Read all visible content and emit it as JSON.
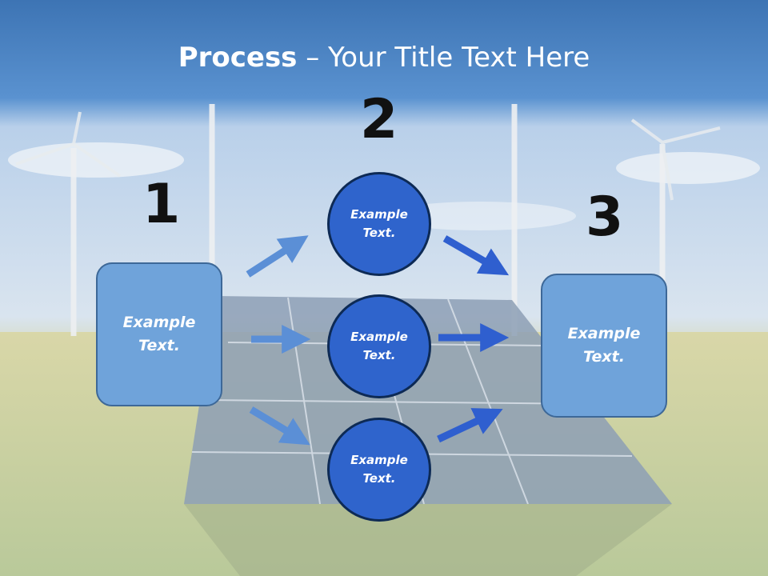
{
  "title": {
    "bold": "Process",
    "rest": " – Your Title Text Here"
  },
  "steps": {
    "one": "1",
    "two": "2",
    "three": "3"
  },
  "left_box": {
    "line1": "Example",
    "line2": "Text."
  },
  "right_box": {
    "line1": "Example",
    "line2": "Text."
  },
  "circles": [
    {
      "line1": "Example",
      "line2": "Text."
    },
    {
      "line1": "Example",
      "line2": "Text."
    },
    {
      "line1": "Example",
      "line2": "Text."
    }
  ],
  "colors": {
    "box_fill": "#6fa3da",
    "circle_fill": "#2f64cc",
    "arrow_light": "#5b8fd6",
    "arrow_dark": "#2f5fcf",
    "header": "#4a86c8"
  }
}
